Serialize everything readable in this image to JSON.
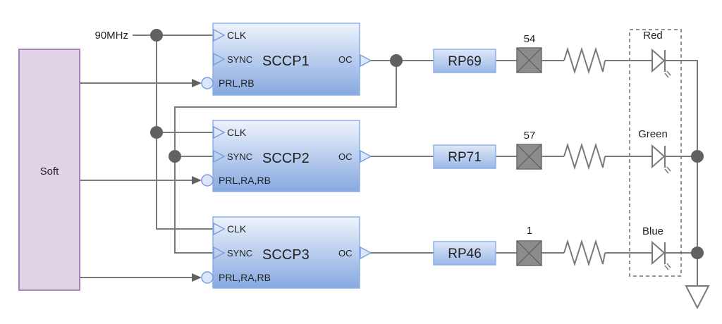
{
  "diagram": {
    "clock_source": {
      "label": "90MHz"
    },
    "software_block": {
      "label": "Soft",
      "fill": "#e0d3e6",
      "stroke": "#a983bd"
    },
    "sccp_modules": [
      {
        "name": "SCCP1",
        "clk": "CLK",
        "sync": "SYNC",
        "output": "OC",
        "registers": "PRL,RB"
      },
      {
        "name": "SCCP2",
        "clk": "CLK",
        "sync": "SYNC",
        "output": "OC",
        "registers": "PRL,RA,RB"
      },
      {
        "name": "SCCP3",
        "clk": "CLK",
        "sync": "SYNC",
        "output": "OC",
        "registers": "PRL,RA,RB"
      }
    ],
    "channels": [
      {
        "remappable_pin": "RP69",
        "pin_number": "54",
        "led": "Red"
      },
      {
        "remappable_pin": "RP71",
        "pin_number": "57",
        "led": "Green"
      },
      {
        "remappable_pin": "RP46",
        "pin_number": "1",
        "led": "Blue"
      }
    ],
    "colors": {
      "wire": "#7a7a7a",
      "junction": "#616161",
      "block_top": "#eef3fc",
      "block_bottom": "#86a8e0",
      "block_stroke": "#8fb0e6",
      "pin_box": "#8c8c8c"
    }
  }
}
